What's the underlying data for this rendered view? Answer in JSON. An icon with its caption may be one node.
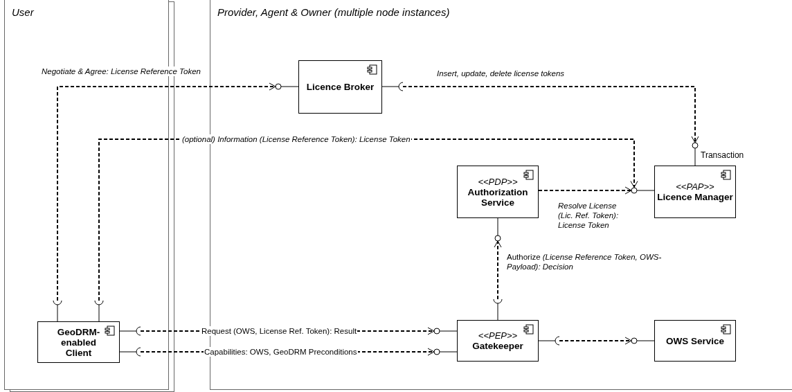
{
  "diagram": {
    "nodes": [
      {
        "text": [
          "User"
        ]
      },
      {
        "text": [
          "Provider, Agent & Owner (multiple node instances)"
        ]
      },
      {
        "text": [
          "Licence Broker"
        ],
        "in": 1
      },
      {
        "text": [
          "<<PDP>>",
          "Authorization Service"
        ],
        "in": 1
      },
      {
        "text": [
          "<<PAP>>",
          "Licence Manager"
        ],
        "in": 1
      },
      {
        "text": [
          "GeoDRM-enabled Client"
        ],
        "in": 0
      },
      {
        "text": [
          "<<PEP>>",
          "Gatekeeper"
        ],
        "in": 1
      },
      {
        "text": [
          "OWS Service"
        ],
        "in": 1
      }
    ],
    "edges": [
      {
        "from": 5,
        "to": 2,
        "arrow": "to",
        "style": "dashed",
        "label": "Negotiate & Agree: License Reference Token"
      },
      {
        "from": 2,
        "to": 4,
        "arrow": "to",
        "style": "dashed",
        "label": "Insert, update, delete license tokens"
      },
      {
        "from": 5,
        "to": 4,
        "arrow": "to",
        "style": "dashed",
        "label": "(optional) Information (License Reference Token): License Token"
      },
      {
        "from": 3,
        "to": 4,
        "arrow": "to",
        "style": "dashed",
        "label": "Resolve License (Lic. Ref. Token): License Token"
      },
      {
        "from": 6,
        "to": 3,
        "arrow": "to",
        "style": "dashed",
        "label": "Authorize *(License Reference Token, OWS-Payload): Decision*"
      },
      {
        "from": 5,
        "to": 6,
        "arrow": "to",
        "style": "dashed",
        "label": "Request (OWS, License Ref. Token): Result"
      },
      {
        "from": 5,
        "to": 6,
        "arrow": "to",
        "style": "dashed",
        "label": "Capabilities: OWS, GeoDRM Preconditions"
      },
      {
        "from": 6,
        "to": 7,
        "arrow": "to",
        "style": "dashed"
      }
    ],
    "labels": [
      "Transaction"
    ]
  }
}
